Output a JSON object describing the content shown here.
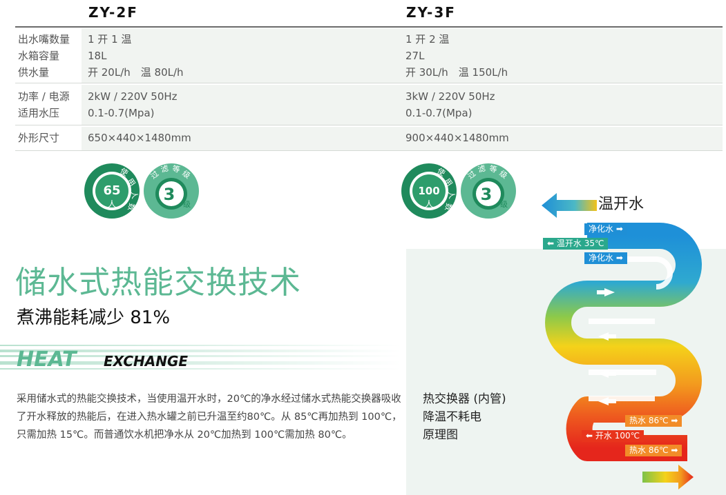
{
  "models": [
    {
      "name": "ZY-2F",
      "outlets": "1 开 1 温",
      "tank": "18L",
      "supply": "开 20L/h　温 80L/h",
      "power": "2kW / 220V 50Hz",
      "pressure": "0.1-0.7(Mpa)",
      "size": "650×440×1480mm",
      "badge": {
        "people": "65",
        "people_unit": "人",
        "people_arc": [
          "使",
          "用",
          "人",
          "数"
        ],
        "filter_arc": [
          "过",
          "滤",
          "等",
          "级"
        ],
        "level": "3",
        "level_unit": "级"
      }
    },
    {
      "name": "ZY-3F",
      "outlets": "1 开 2 温",
      "tank": "27L",
      "supply": "开 30L/h　温 150L/h",
      "power": "3kW / 220V  50Hz",
      "pressure": "0.1-0.7(Mpa)",
      "size": "900×440×1480mm",
      "badge": {
        "people": "100",
        "people_unit": "人",
        "people_arc": [
          "使",
          "用",
          "人",
          "数"
        ],
        "filter_arc": [
          "过",
          "滤",
          "等",
          "级"
        ],
        "level": "3",
        "level_unit": "级"
      }
    }
  ],
  "labels": {
    "outlets": "出水嘴数量",
    "tank": "水箱容量",
    "supply": "供水量",
    "power": "功率 / 电源",
    "pressure": "适用水压",
    "size": "外形尺寸"
  },
  "headline": "储水式热能交换技术",
  "subheadline": "煮沸能耗减少 81%",
  "heat_label": "HEAT",
  "exchange_label": "EXCHANGE",
  "description": "采用储水式的热能交换技术，当使用温开水时，20℃的净水经过储水式热能交换器吸收了开水释放的热能后，在进入热水罐之前已升温至约80℃。从 85℃再加热到 100℃，只需加热 15℃。而普通饮水机把净水从 20℃加热到 100℃需加热 80℃。",
  "diagram": {
    "out_label": "温开水",
    "caption_1": "热交换器 (内管)",
    "caption_2": "降温不耗电",
    "caption_3": "原理图",
    "tag_pure_1": "净化水",
    "tag_warm": "温开水 35℃",
    "tag_pure_2": "净化水",
    "tag_hot_1": "热水 86℃",
    "tag_boil": "开水 100℃",
    "tag_hot_2": "热水 86℃"
  },
  "colors": {
    "green": "#5cb893",
    "dark_green": "#1f8a5c",
    "blue": "#1f8fd6",
    "orange": "#f28c28",
    "red": "#e8341c"
  }
}
